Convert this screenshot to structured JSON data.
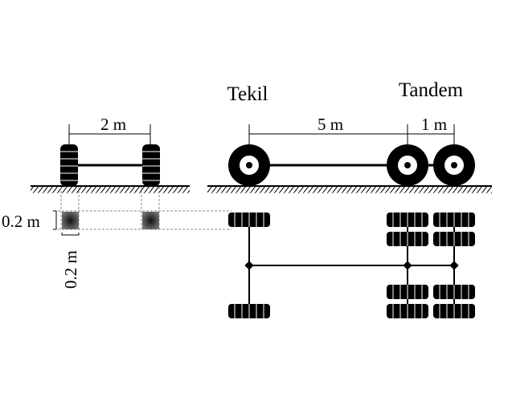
{
  "labels": {
    "single": "Tekil",
    "tandem": "Tandem",
    "track_width": "2 m",
    "single_to_tandem": "5 m",
    "tandem_spacing": "1 m",
    "contact_height": "0.2 m",
    "contact_width": "0.2 m"
  },
  "colors": {
    "ink": "#000000",
    "guide": "#888888",
    "contact_fill": "#444444",
    "background": "#ffffff"
  }
}
